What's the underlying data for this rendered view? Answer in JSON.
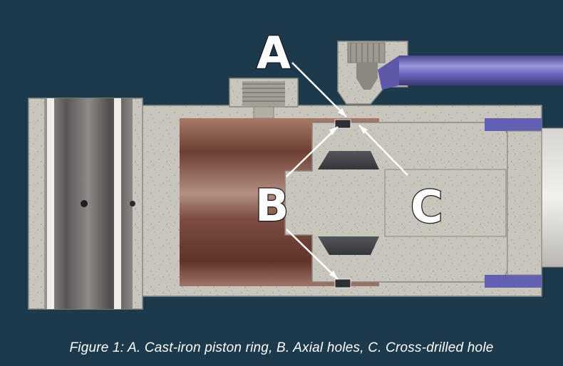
{
  "labels": {
    "a": "A",
    "b": "B",
    "c": "C"
  },
  "caption": "Figure 1: A. Cast-iron piston ring, B. Axial holes, C. Cross-drilled hole",
  "colors": {
    "background": "#1c3a4c",
    "housing": "#c9c6bd",
    "bore": "#8a5a4c",
    "tube": "#6b68b8",
    "seal": "#3f4046"
  }
}
